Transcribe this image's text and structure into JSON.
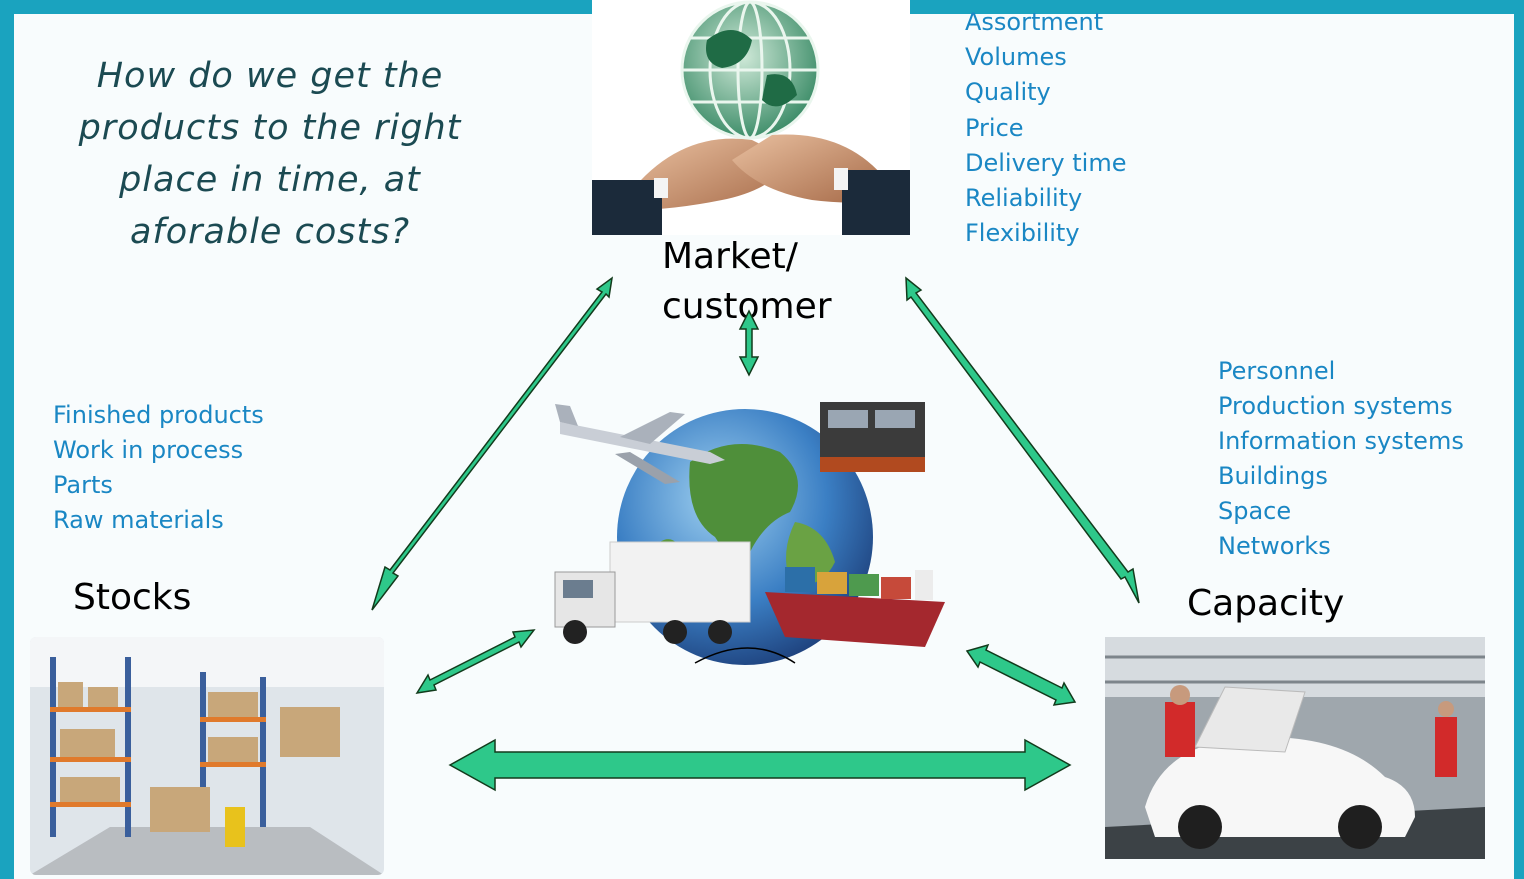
{
  "question": "How do we get the products to the right place in time, at aforable costs?",
  "market": {
    "label_line1": "Market/",
    "label_line2": "customer",
    "items": [
      "Assortment",
      "Volumes",
      "Quality",
      "Price",
      "Delivery time",
      "Reliability",
      "Flexibility"
    ]
  },
  "stocks": {
    "label": "Stocks",
    "items": [
      "Finished products",
      "Work in process",
      "Parts",
      "Raw materials"
    ]
  },
  "capacity": {
    "label": "Capacity",
    "items": [
      "Personnel",
      "Production systems",
      "Information systems",
      "Buildings",
      "Space",
      "Networks"
    ]
  },
  "colors": {
    "frame": "#1aa3bf",
    "arrow": "#2ec88a",
    "list_text": "#1a87c4",
    "question_text": "#1b4a52"
  },
  "images": [
    "handshake-globe-image",
    "transport-globe-image",
    "warehouse-image",
    "car-factory-image"
  ]
}
